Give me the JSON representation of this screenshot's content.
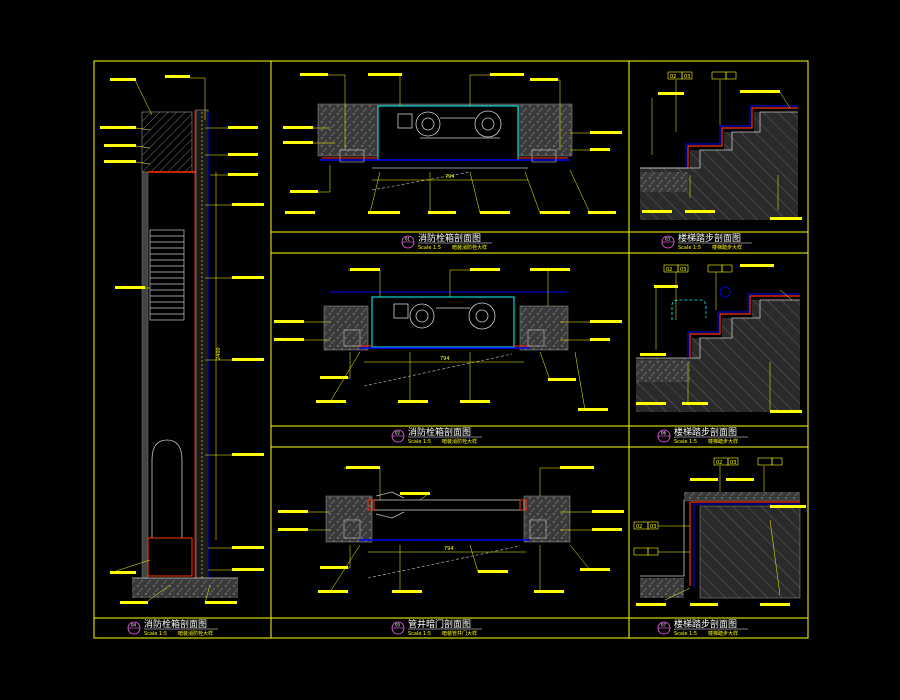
{
  "colors": {
    "background": "#000000",
    "frame": "#ffff00",
    "leader": "#ffff00",
    "equipment": "#00ffff",
    "finish": "#ff3300",
    "blue_line": "#0000ff",
    "concrete": "#808080",
    "white": "#ffffff"
  },
  "panels": [
    {
      "id": "p1",
      "title": "消防栓箱剖面图",
      "num": "01",
      "scale": "Scale 1:5",
      "note": "暗装消防栓大样"
    },
    {
      "id": "p2",
      "title": "消防栓箱剖面图",
      "num": "02",
      "scale": "Scale 1:5",
      "note": "暗装消防栓大样"
    },
    {
      "id": "p3",
      "title": "楼梯踏步剖面图",
      "num": "03",
      "scale": "Scale 1:5",
      "note": "楼梯踏步大样"
    },
    {
      "id": "p4",
      "title": "消防栓箱剖面图",
      "num": "04",
      "scale": "Scale 1:5",
      "note": "暗装消防栓大样"
    },
    {
      "id": "p5",
      "title": "管井暗门剖面图",
      "num": "05",
      "scale": "Scale 1:5",
      "note": "暗装管井门大样"
    },
    {
      "id": "p6",
      "title": "楼梯踏步剖面图",
      "num": "06",
      "scale": "Scale 1:5",
      "note": "楼梯踏步大样"
    },
    {
      "id": "p7",
      "title": "楼梯踏步剖面图",
      "num": "07",
      "scale": "Scale 1:5",
      "note": "楼梯踏步大样"
    }
  ],
  "dims": {
    "p1_door": "794",
    "p2_door": "794",
    "p4_height": "2400",
    "p5_door": "794"
  },
  "tags": {
    "p3_a": "02",
    "p3_b": "03",
    "p6_a": "02",
    "p6_b": "03",
    "p7_a": "02",
    "p7_b": "03",
    "p7_c": "02",
    "p7_d": "03"
  }
}
